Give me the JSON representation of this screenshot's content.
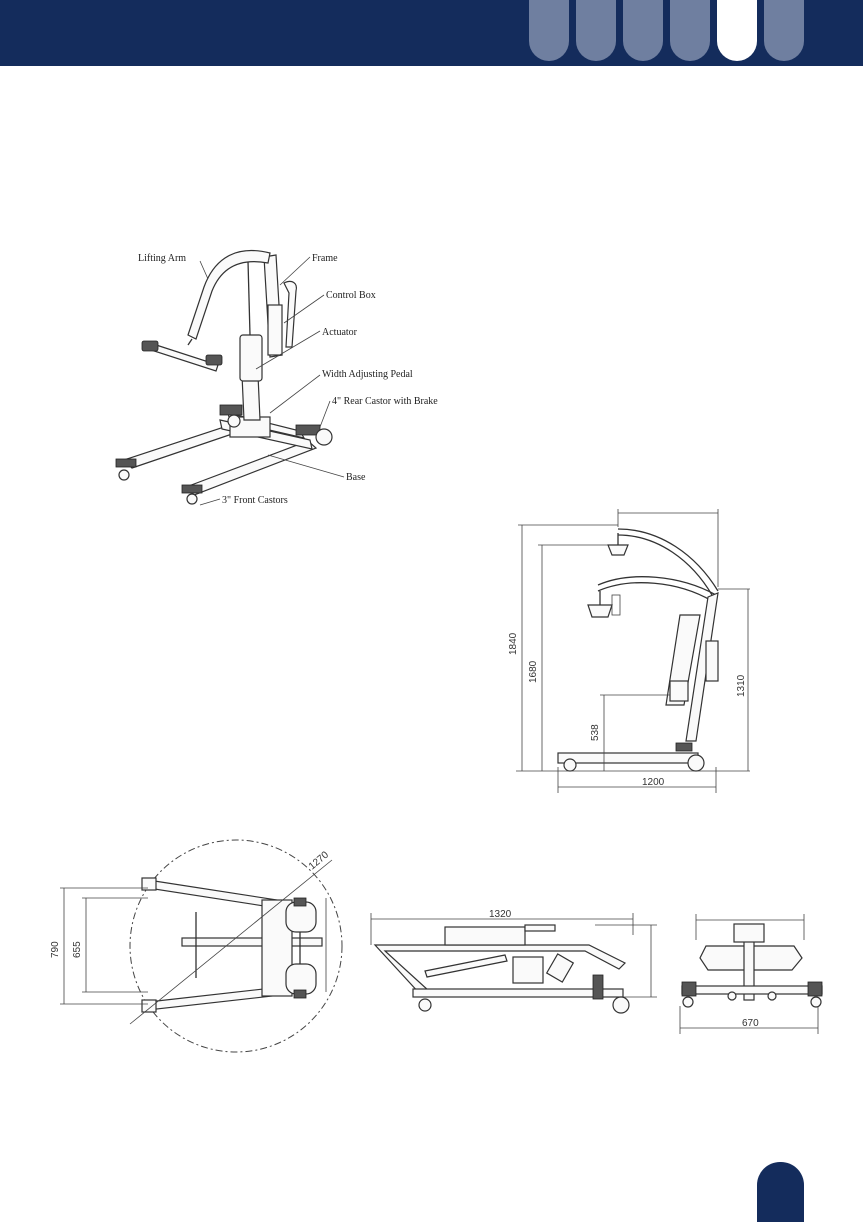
{
  "header": {
    "tabs": [
      {
        "active": false
      },
      {
        "active": false
      },
      {
        "active": false
      },
      {
        "active": false
      },
      {
        "active": true
      },
      {
        "active": false
      }
    ],
    "colors": {
      "bar": "#142c5c",
      "tab": "#6f7fa0",
      "tab_active": "#ffffff"
    }
  },
  "parts_diagram": {
    "callouts": {
      "lifting_arm": "Lifting Arm",
      "frame": "Frame",
      "control_box": "Control Box",
      "actuator": "Actuator",
      "width_adjusting_pedal": "Width Adjusting Pedal",
      "rear_castor": "4\" Rear Castor with Brake",
      "base": "Base",
      "front_castors": "3\" Front Castors"
    }
  },
  "side_view": {
    "dimensions": {
      "total_height": "1840",
      "arm_height": "1680",
      "mast_height": "1310",
      "min_height": "538",
      "length": "1200"
    }
  },
  "top_view": {
    "dimensions": {
      "outer_width": "790",
      "inner_width": "655",
      "turning_circle": "1270"
    }
  },
  "folded_view": {
    "dimensions": {
      "folded_length": "1320"
    }
  },
  "front_view": {
    "dimensions": {
      "folded_width": "670"
    }
  }
}
